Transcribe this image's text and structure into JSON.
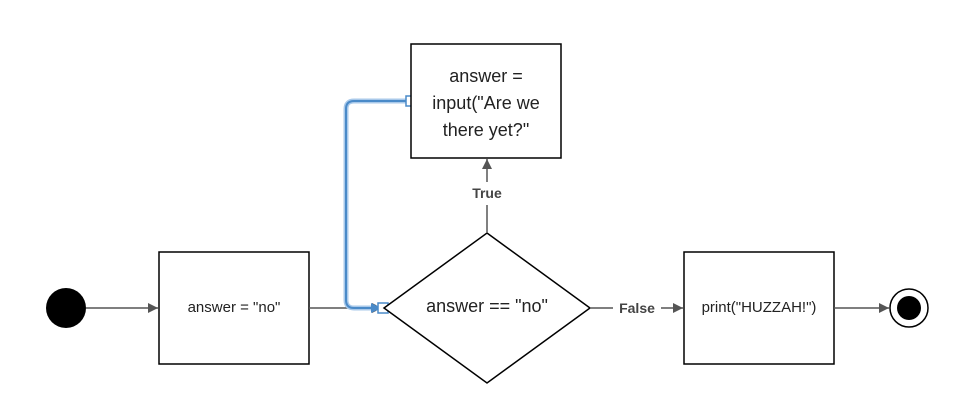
{
  "diagram": {
    "nodes": {
      "start": {
        "kind": "initial-node"
      },
      "assign": {
        "label": "answer = \"no\""
      },
      "decision": {
        "label": "answer == \"no\""
      },
      "input_box": {
        "lines": [
          "answer =",
          "input(\"Are we",
          "there yet?\""
        ]
      },
      "print_box": {
        "label": "print(\"HUZZAH!\")"
      },
      "end": {
        "kind": "final-node"
      }
    },
    "edges": {
      "true_label": "True",
      "false_label": "False"
    },
    "colors": {
      "stroke": "#000000",
      "arrow": "#555555",
      "selected_connector": "#4a8ac8",
      "selected_connector_glow": "#a9c9ea",
      "handle_fill": "#ffffff"
    }
  }
}
